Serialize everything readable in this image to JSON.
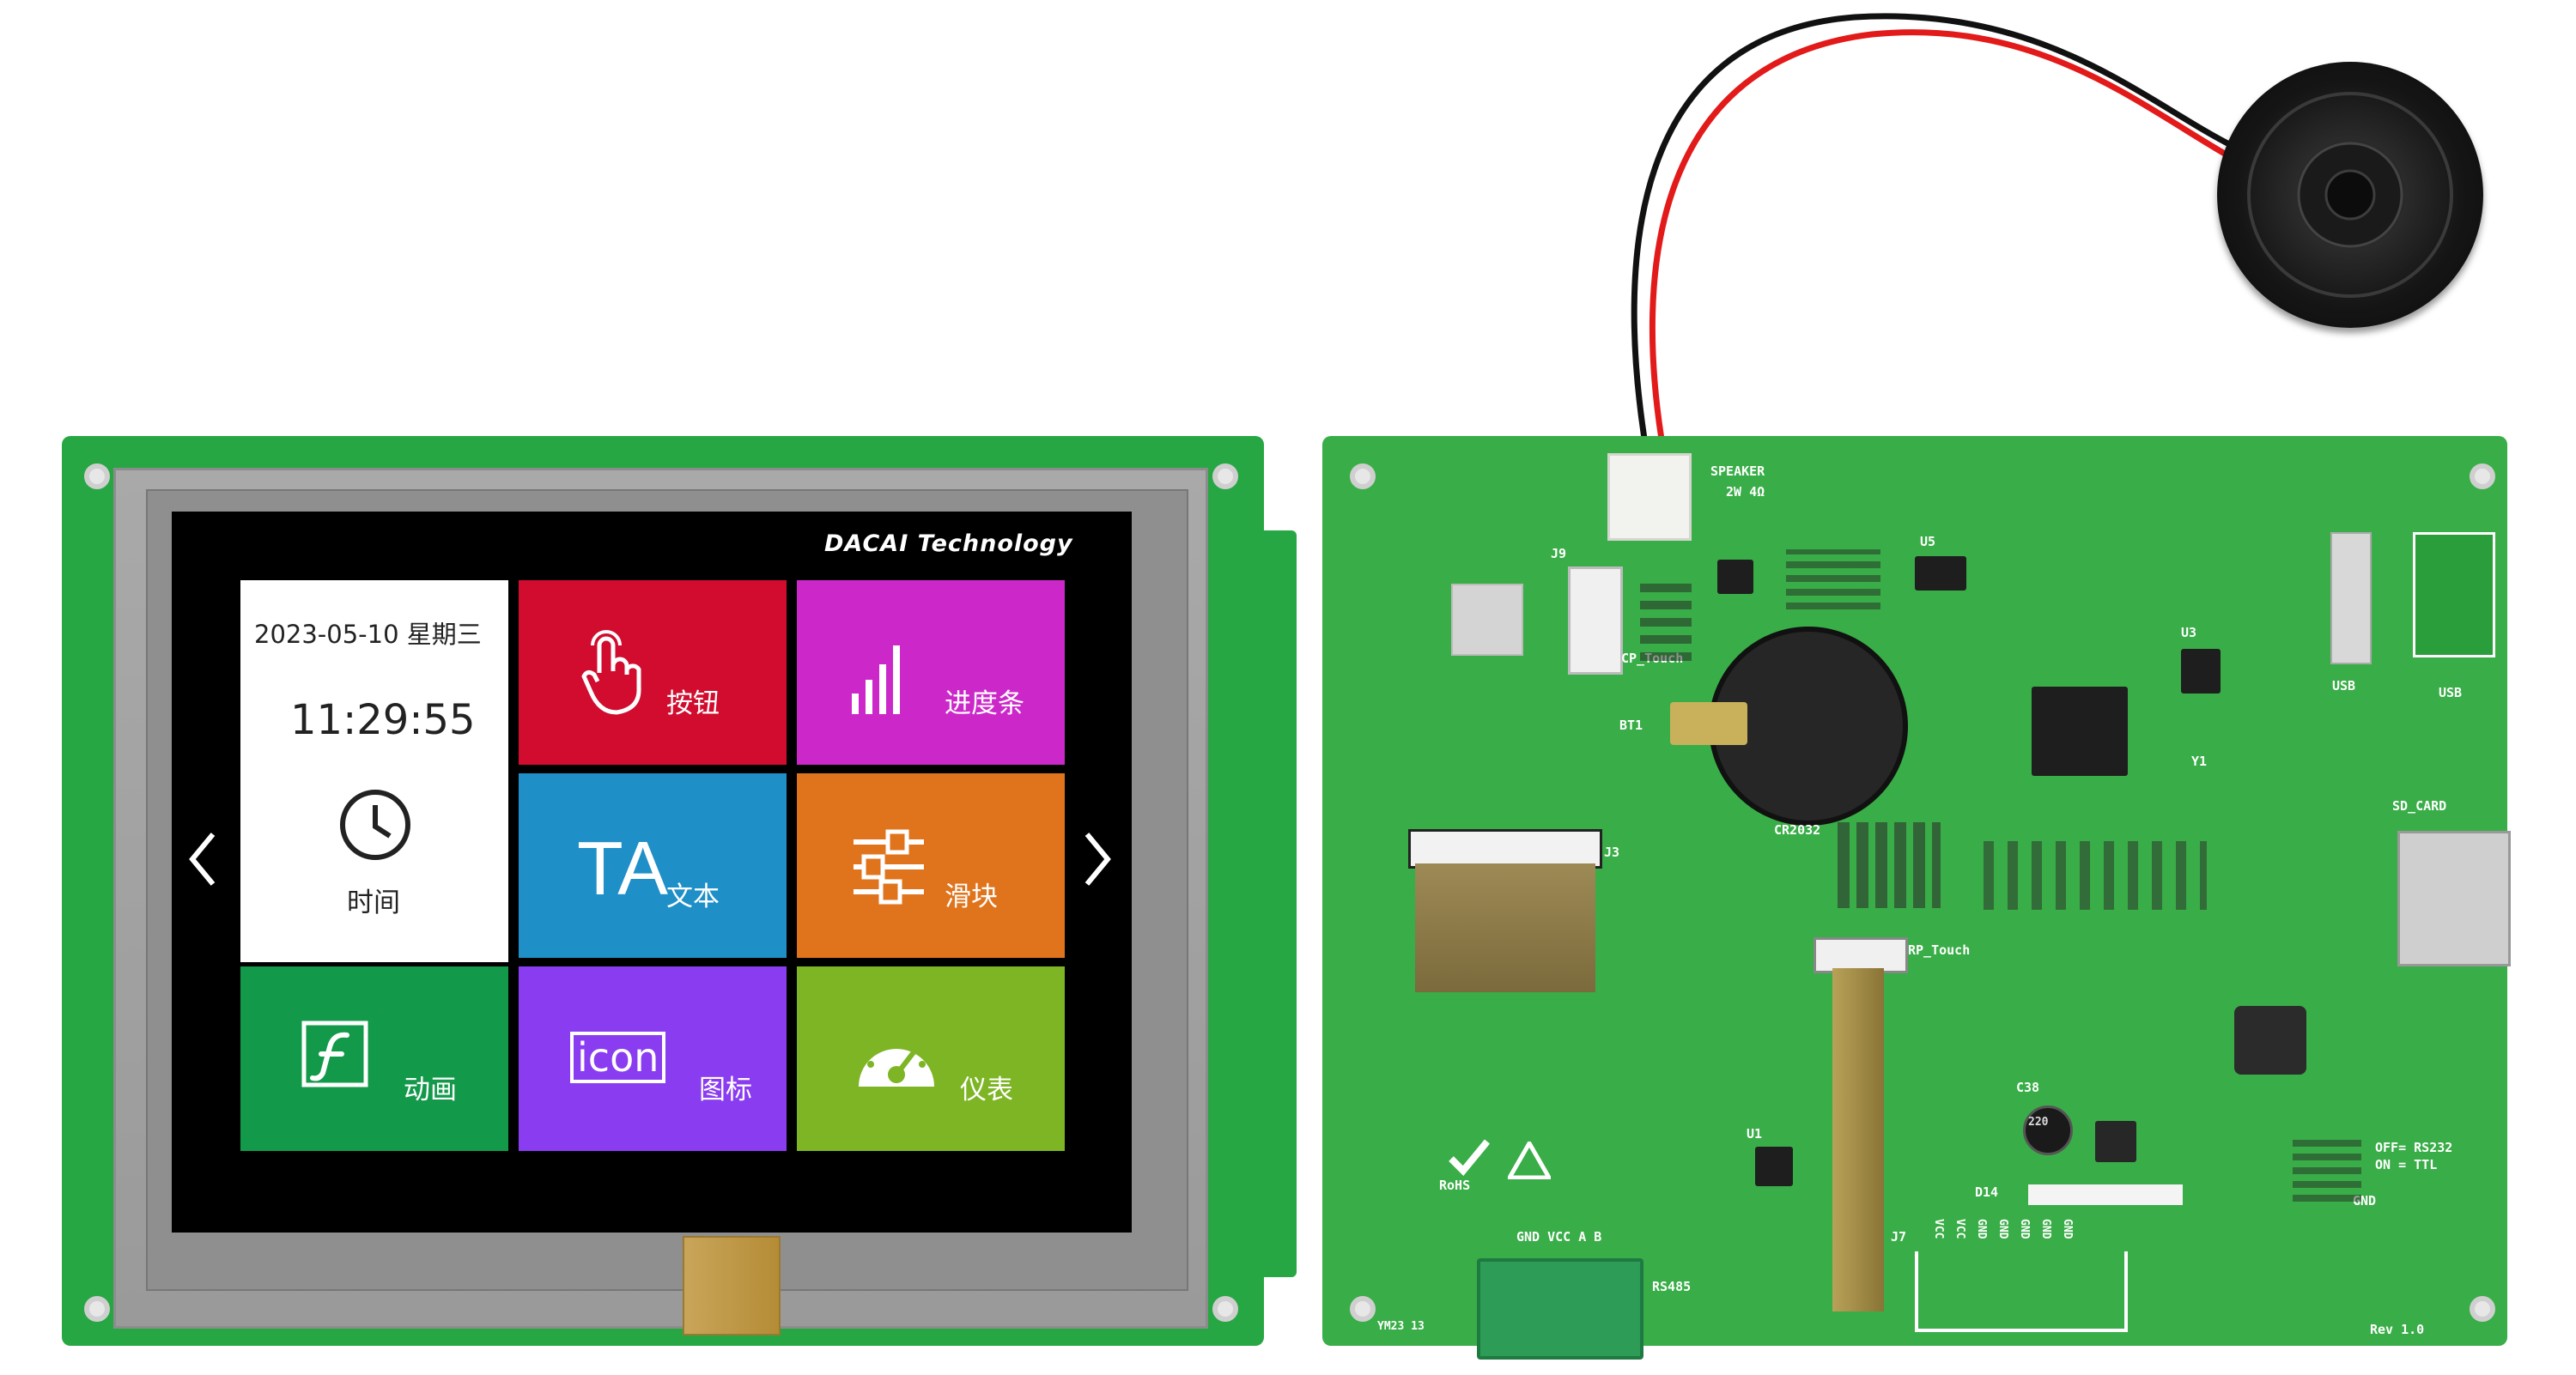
{
  "display": {
    "brand": "DACAI  Technology",
    "datetime_tile": {
      "date": "2023-05-10 星期三",
      "time": "11:29:55",
      "label": "时间"
    },
    "tiles": [
      {
        "id": "button",
        "label": "按钮",
        "color": "#d10c2e"
      },
      {
        "id": "progress",
        "label": "进度条",
        "color": "#cc28c9"
      },
      {
        "id": "text",
        "label": "文本",
        "icon_text": "TA",
        "color": "#1f8fc7"
      },
      {
        "id": "slider",
        "label": "滑块",
        "color": "#e0741d"
      },
      {
        "id": "animation",
        "label": "动画",
        "color": "#13994a"
      },
      {
        "id": "icon",
        "label": "图标",
        "icon_text": "icon",
        "color": "#8a3cf0"
      },
      {
        "id": "gauge",
        "label": "仪表",
        "color": "#7db525"
      }
    ],
    "nav": {
      "prev": "‹",
      "next": "›"
    }
  },
  "pcb": {
    "silkscreen": {
      "speaker": "SPEAKER",
      "speaker_rating": "2W 4Ω",
      "cp_touch": "CP_Touch",
      "battery": "CR2032",
      "rp_touch": "RP_Touch",
      "sd_card": "SD_CARD",
      "usb_a": "USB",
      "usb_b": "USB",
      "rs485": "RS485",
      "header_pins": "GND VCC  A   B",
      "rohs": "RoHS",
      "off_rs232": "OFF= RS232",
      "on_ttl": "ON = TTL",
      "rev": "Rev 1.0",
      "board_id": "YM23 13",
      "j3": "J3",
      "j7": "J7",
      "j9": "J9",
      "bt1": "BT1",
      "cap": "220",
      "gnd": "GND",
      "u1": "U1",
      "u3": "U3",
      "u5": "U5",
      "y1": "Y1",
      "d14": "D14",
      "c38": "C38",
      "pins": [
        "VCC",
        "VCC",
        "GND",
        "GND",
        "GND",
        "GND",
        "GND"
      ]
    }
  },
  "colors": {
    "pcb_green": "#27a743",
    "screen_bg": "#000000"
  }
}
